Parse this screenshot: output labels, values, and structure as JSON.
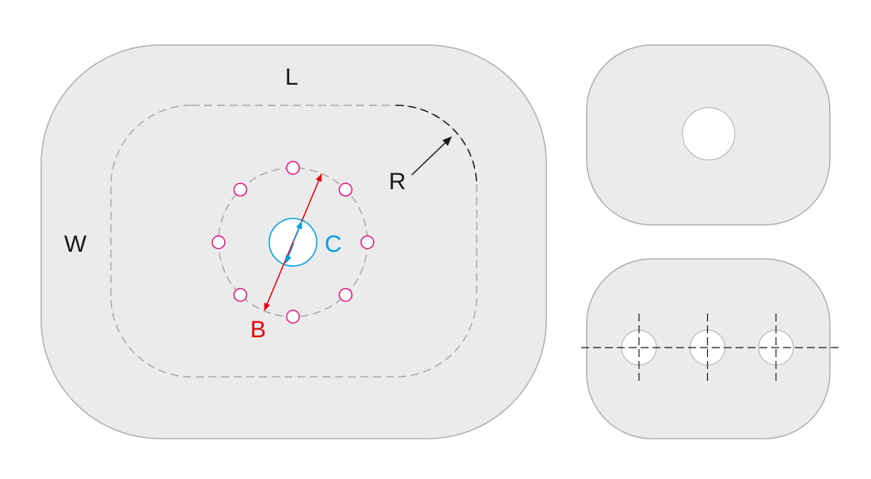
{
  "labels": {
    "L": "L",
    "W": "W",
    "R": "R",
    "B": "B",
    "C": "C"
  },
  "colors": {
    "plate_fill": "#ebebeb",
    "plate_stroke": "#b0b0b0",
    "dashed_gray": "#aaaaaa",
    "black": "#1a1a1a",
    "bolt_hole": "#e0157f",
    "dimension_b": "#e3000f",
    "dimension_c": "#009fe3"
  },
  "bolt_circle": {
    "hole_count": 8
  },
  "slot_holes": {
    "count": 3
  }
}
